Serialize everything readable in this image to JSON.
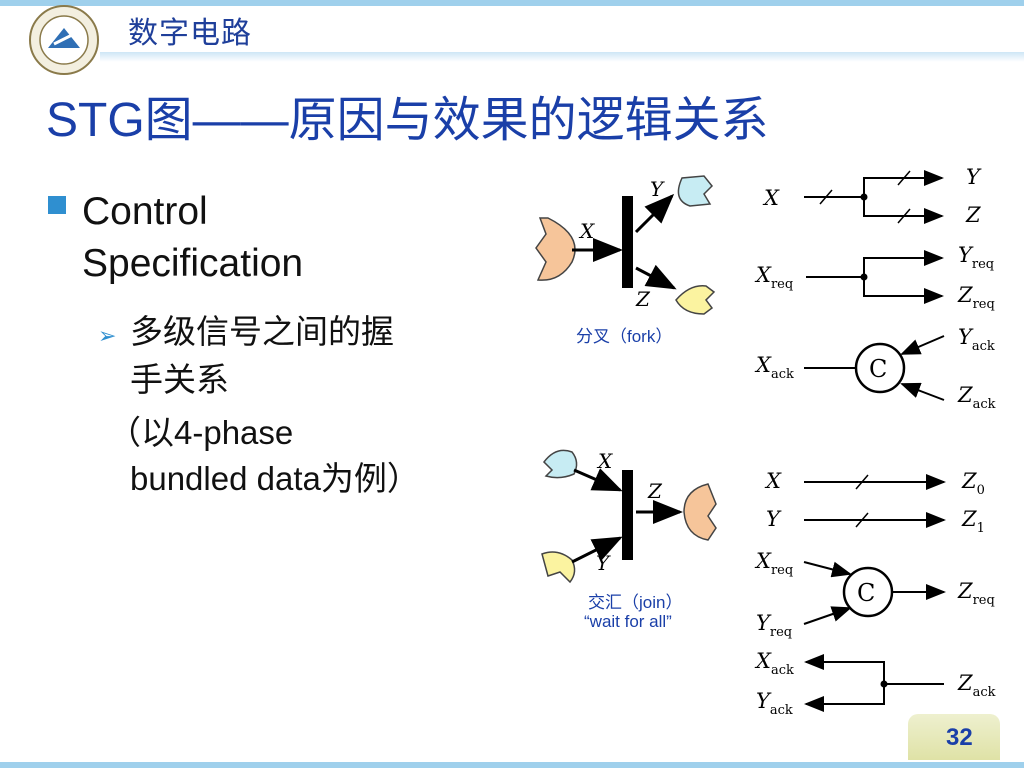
{
  "header": {
    "course": "数字电路"
  },
  "title": "STG图——原因与效果的逻辑关系",
  "body": {
    "bullet1": [
      "Control",
      "Specification"
    ],
    "bullet2": [
      "多级信号之间的握",
      "手关系"
    ],
    "note": [
      "（以4-phase",
      "bundled data为例）"
    ]
  },
  "fork": {
    "caption": "分叉（fork）",
    "labels": {
      "x": "X",
      "y": "Y",
      "z": "Z"
    }
  },
  "join": {
    "caption_1": "交汇（join）",
    "caption_2": "“wait for all”",
    "labels": {
      "x": "X",
      "y": "Y",
      "z": "Z"
    }
  },
  "fork_circuit": {
    "x": "X",
    "y": "Y",
    "z": "Z",
    "xreq": "X",
    "yreq": "Y",
    "zreq": "Z",
    "req_sub": "req",
    "xack": "X",
    "yack": "Y",
    "zack": "Z",
    "ack_sub": "ack",
    "c_element": "C"
  },
  "join_circuit": {
    "x": "X",
    "y": "Y",
    "z0": "Z",
    "z0_sub": "0",
    "z1": "Z",
    "z1_sub": "1",
    "xreq": "X",
    "yreq": "Y",
    "zreq": "Z",
    "req_sub": "req",
    "xack": "X",
    "yack": "Y",
    "zack": "Z",
    "ack_sub": "ack",
    "c_element": "C"
  },
  "page_number": "32",
  "colors": {
    "accent": "#2f8fd0",
    "title": "#1a3fa8",
    "orange": "#f6c59a",
    "yellow": "#fbf3a0",
    "cyan": "#c7ecf3"
  }
}
